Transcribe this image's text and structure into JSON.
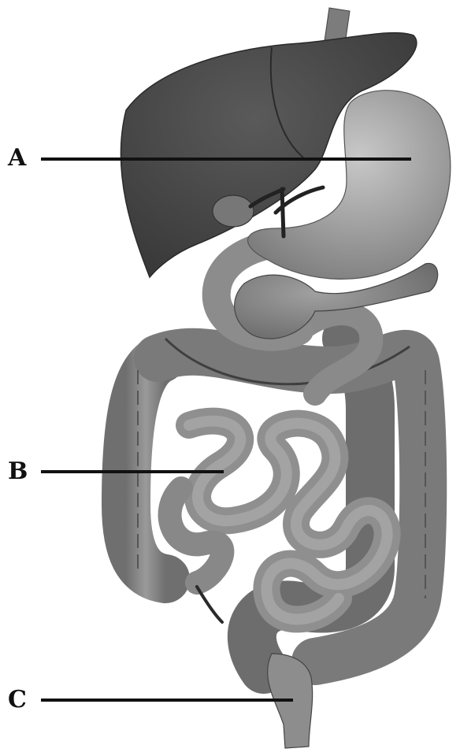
{
  "labels": [
    {
      "id": "A",
      "text": "A",
      "target": "stomach"
    },
    {
      "id": "B",
      "text": "B",
      "target": "small intestine"
    },
    {
      "id": "C",
      "text": "C",
      "target": "rectum"
    }
  ],
  "colors": {
    "background": "#ffffff",
    "liver": "#4a4a4a",
    "stomach": "#a9a9a9",
    "intestine": "#8e8e8e",
    "colon": "#7b7b7b",
    "pancreas": "#858585",
    "line": "#111111"
  }
}
